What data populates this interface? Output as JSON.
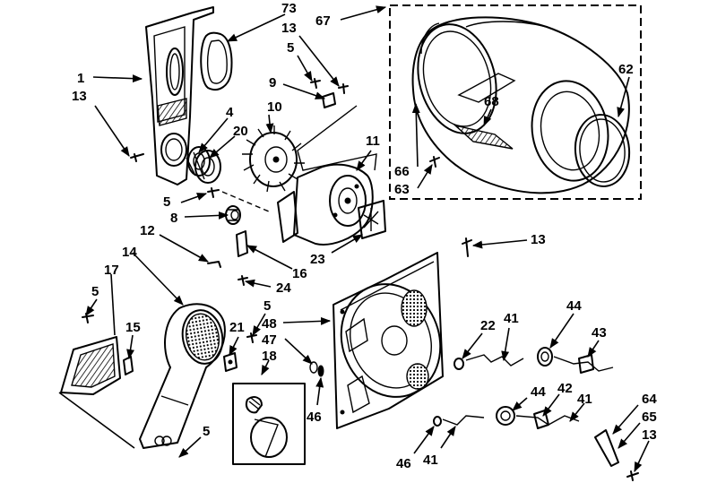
{
  "callouts": [
    {
      "id": "c1",
      "text": "1"
    },
    {
      "id": "c13a",
      "text": "13"
    },
    {
      "id": "c4",
      "text": "4"
    },
    {
      "id": "c20",
      "text": "20"
    },
    {
      "id": "c73",
      "text": "73"
    },
    {
      "id": "c13b",
      "text": "13"
    },
    {
      "id": "c5a",
      "text": "5"
    },
    {
      "id": "c9",
      "text": "9"
    },
    {
      "id": "c10",
      "text": "10"
    },
    {
      "id": "c11",
      "text": "11"
    },
    {
      "id": "c67",
      "text": "67"
    },
    {
      "id": "c62",
      "text": "62"
    },
    {
      "id": "c68",
      "text": "68"
    },
    {
      "id": "c66",
      "text": "66"
    },
    {
      "id": "c63",
      "text": "63"
    },
    {
      "id": "c5b",
      "text": "5"
    },
    {
      "id": "c8",
      "text": "8"
    },
    {
      "id": "c23",
      "text": "23"
    },
    {
      "id": "c16",
      "text": "16"
    },
    {
      "id": "c12",
      "text": "12"
    },
    {
      "id": "c24",
      "text": "24"
    },
    {
      "id": "c13c",
      "text": "13"
    },
    {
      "id": "c14",
      "text": "14"
    },
    {
      "id": "c17",
      "text": "17"
    },
    {
      "id": "c5c",
      "text": "5"
    },
    {
      "id": "c15",
      "text": "15"
    },
    {
      "id": "c21",
      "text": "21"
    },
    {
      "id": "c5d",
      "text": "5"
    },
    {
      "id": "c48",
      "text": "48"
    },
    {
      "id": "c47",
      "text": "47"
    },
    {
      "id": "c18",
      "text": "18"
    },
    {
      "id": "c46a",
      "text": "46"
    },
    {
      "id": "c5e",
      "text": "5"
    },
    {
      "id": "c22",
      "text": "22"
    },
    {
      "id": "c41a",
      "text": "41"
    },
    {
      "id": "c44a",
      "text": "44"
    },
    {
      "id": "c43",
      "text": "43"
    },
    {
      "id": "c44b",
      "text": "44"
    },
    {
      "id": "c42",
      "text": "42"
    },
    {
      "id": "c41b",
      "text": "41"
    },
    {
      "id": "c64",
      "text": "64"
    },
    {
      "id": "c65",
      "text": "65"
    },
    {
      "id": "c13d",
      "text": "13"
    },
    {
      "id": "c46b",
      "text": "46"
    },
    {
      "id": "c41c",
      "text": "41"
    }
  ]
}
